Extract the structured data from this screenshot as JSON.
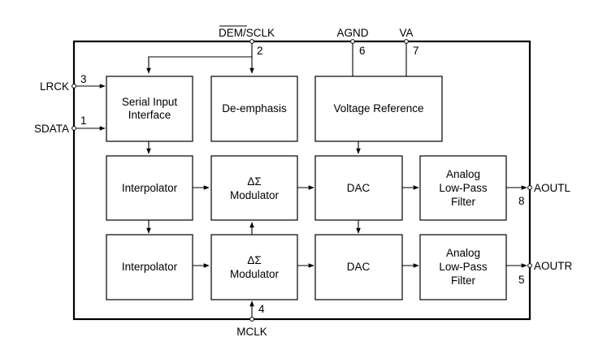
{
  "blocks": {
    "serial_input": [
      "Serial Input",
      "Interface"
    ],
    "de_emphasis": "De-emphasis",
    "voltage_ref": "Voltage Reference",
    "interp_top": "Interpolator",
    "interp_bottom": "Interpolator",
    "mod_top": [
      "ΔΣ",
      "Modulator"
    ],
    "mod_bottom": [
      "ΔΣ",
      "Modulator"
    ],
    "dac_top": "DAC",
    "dac_bottom": "DAC",
    "filter_top": [
      "Analog",
      "Low-Pass",
      "Filter"
    ],
    "filter_bottom": [
      "Analog",
      "Low-Pass",
      "Filter"
    ]
  },
  "pins": {
    "lrck": {
      "name": "LRCK",
      "number": "3"
    },
    "sdata": {
      "name": "SDATA",
      "number": "1"
    },
    "dem_sclk": {
      "name_overline": "DEM",
      "name_rest": "/SCLK",
      "number": "2"
    },
    "agnd": {
      "name": "AGND",
      "number": "6"
    },
    "va": {
      "name": "VA",
      "number": "7"
    },
    "aoutl": {
      "name": "AOUTL",
      "number": "8"
    },
    "aoutr": {
      "name": "AOUTR",
      "number": "5"
    },
    "mclk": {
      "name": "MCLK",
      "number": "4"
    }
  }
}
